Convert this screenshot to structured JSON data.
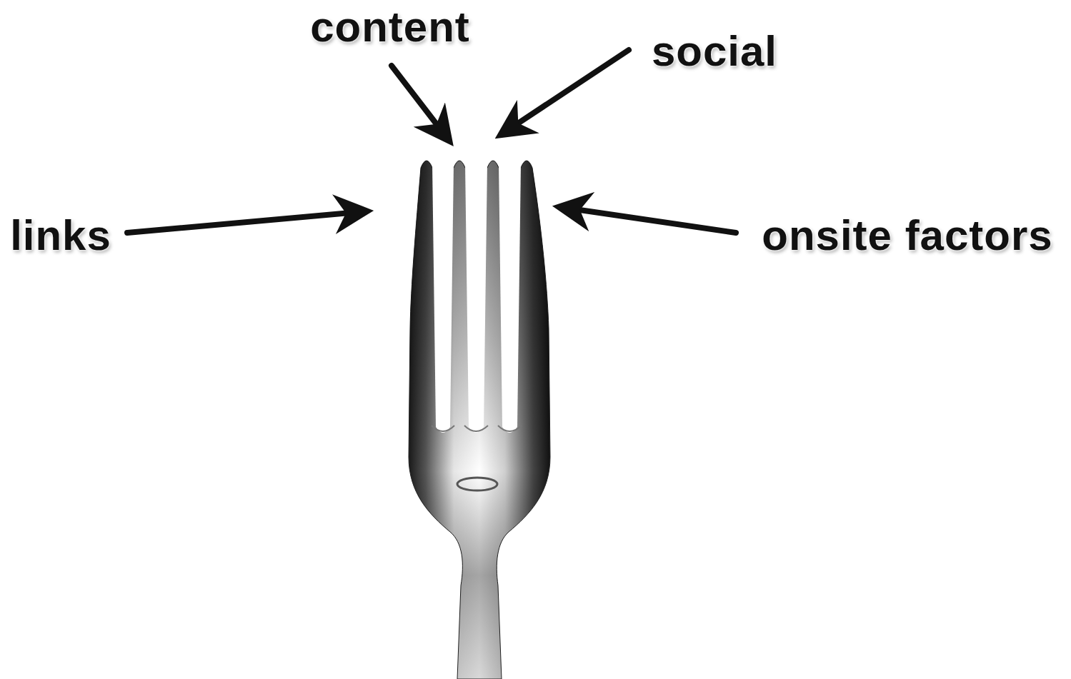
{
  "diagram": {
    "labels": [
      "content",
      "social",
      "links",
      "onsite factors"
    ]
  }
}
